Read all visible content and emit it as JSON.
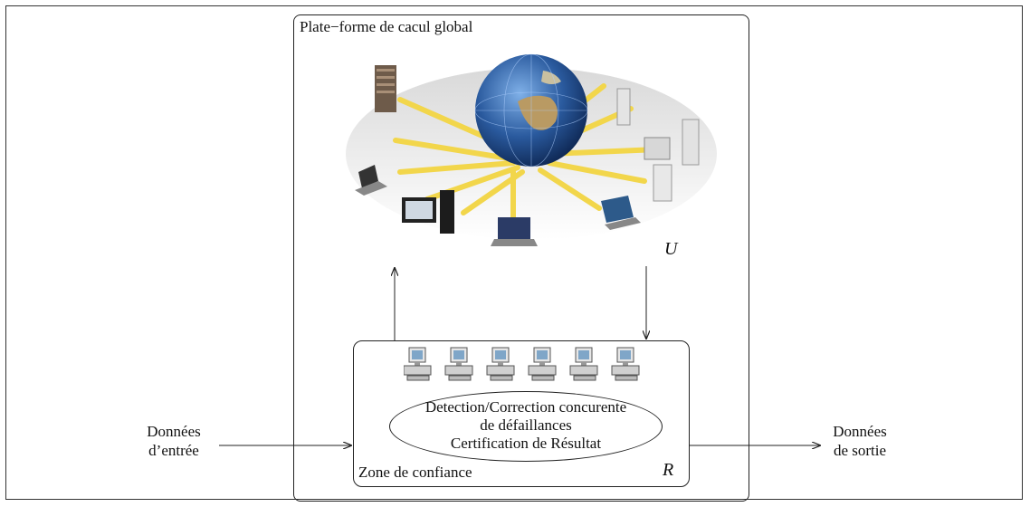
{
  "platform": {
    "label": "Plate−forme de cacul global",
    "symbol": "U"
  },
  "trust_zone": {
    "label": "Zone de confiance",
    "symbol": "R",
    "function_lines": [
      "Detection/Correction concurente",
      "de défaillances",
      "Certification de Résultat"
    ]
  },
  "input": {
    "line1": "Données",
    "line2": "d’entrée"
  },
  "output": {
    "line1": "Données",
    "line2": "de sortie"
  },
  "icons": [
    "globe-icon",
    "server-icon",
    "laptop-icon",
    "desktop-computer-icon"
  ],
  "colors": {
    "arrow_yellow": "#f2d64b",
    "globe_blue": "#2a5a9e",
    "land_brown": "#b99a63"
  }
}
